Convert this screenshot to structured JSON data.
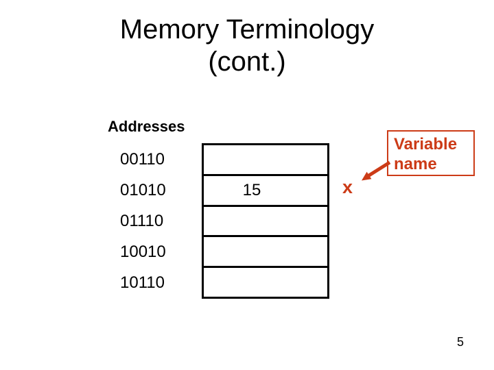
{
  "slide": {
    "title_line1": "Memory Terminology",
    "title_line2": "(cont.)",
    "page_number": "5"
  },
  "diagram": {
    "addresses_label": "Addresses",
    "addresses": [
      "00110",
      "01010",
      "01110",
      "10010",
      "10110"
    ],
    "cells": [
      "",
      "15",
      "",
      "",
      ""
    ],
    "variable_label": "x",
    "callout": {
      "line1": "Variable",
      "line2": "name"
    }
  },
  "colors": {
    "accent": "#CC3B17",
    "text": "#000000",
    "background": "#FFFFFF",
    "grid_border": "#000000"
  }
}
